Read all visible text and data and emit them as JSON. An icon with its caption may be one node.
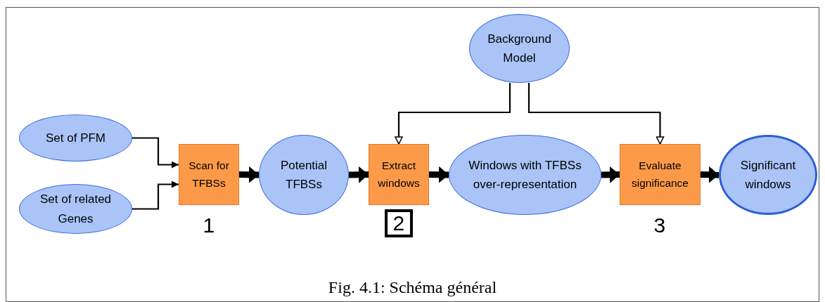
{
  "diagram": {
    "caption": "Fig. 4.1: Schéma général",
    "nodes": [
      {
        "text": [
          "Set of PFM"
        ]
      },
      {
        "text": [
          "Set of related Genes"
        ]
      },
      {
        "text": [
          "Scan for TFBSs"
        ],
        "beside": [
          "1"
        ]
      },
      {
        "text": [
          "Potential TFBSs"
        ]
      },
      {
        "text": [
          "Extract windows"
        ],
        "beside": [
          "2"
        ]
      },
      {
        "text": [
          "Windows with TFBSs over-representation"
        ]
      },
      {
        "text": [
          "Evaluate significance"
        ],
        "beside": [
          "3"
        ]
      },
      {
        "text": [
          "Significant windows"
        ]
      },
      {
        "text": [
          "Background Model"
        ]
      }
    ],
    "edges": [
      {
        "from": 0,
        "to": 2,
        "arrow": "to"
      },
      {
        "from": 1,
        "to": 2,
        "arrow": "to"
      },
      {
        "from": 2,
        "to": 3,
        "arrow": "to"
      },
      {
        "from": 3,
        "to": 4,
        "arrow": "to"
      },
      {
        "from": 4,
        "to": 5,
        "arrow": "to"
      },
      {
        "from": 5,
        "to": 6,
        "arrow": "to"
      },
      {
        "from": 6,
        "to": 7,
        "arrow": "to"
      },
      {
        "from": 8,
        "to": 4,
        "arrow": "to"
      },
      {
        "from": 8,
        "to": 6,
        "arrow": "to"
      }
    ]
  }
}
